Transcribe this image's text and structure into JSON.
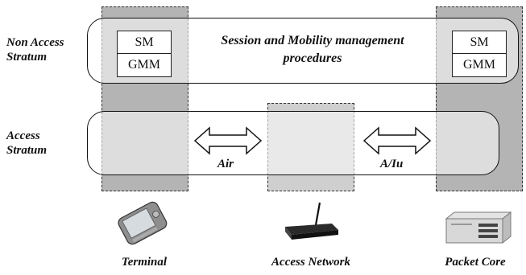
{
  "strata": {
    "non_access": "Non Access Stratum",
    "access": "Access Stratum"
  },
  "nas_procedures": {
    "line1": "Session and Mobility management",
    "line2": "procedures"
  },
  "terminal_stack": {
    "top": "SM",
    "bottom": "GMM"
  },
  "core_stack": {
    "top": "SM",
    "bottom": "GMM"
  },
  "interfaces": {
    "air": "Air",
    "a_iu": "A/Iu"
  },
  "nodes": {
    "terminal": "Terminal",
    "access_network": "Access Network",
    "packet_core": "Packet Core"
  }
}
